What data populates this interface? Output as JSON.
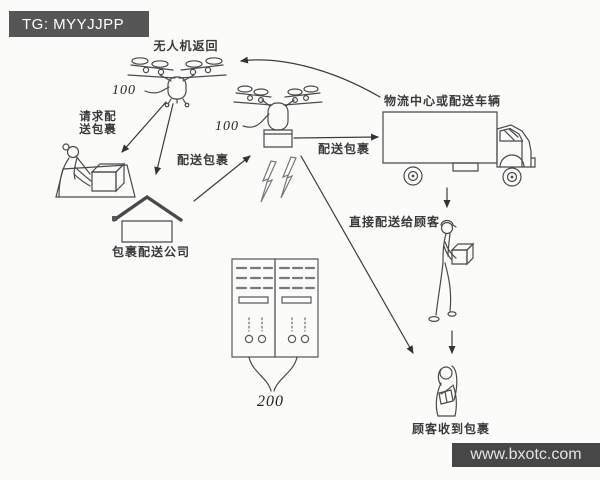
{
  "header": {
    "badge": "TG: MYYJJPP"
  },
  "footer": {
    "watermark": "www.bxotc.com"
  },
  "diagram": {
    "labels": {
      "drone_return": "无人机返回",
      "request_delivery": "请求配送包裹",
      "deliver_package_left": "配送包裹",
      "deliver_package_right": "配送包裹",
      "logistics_center": "物流中心或配送车辆",
      "direct_to_customer": "直接配送给顾客",
      "delivery_company": "包裹配送公司",
      "customer_received": "顾客收到包裹"
    },
    "references": {
      "drone_returning": "100",
      "drone_carrying": "100",
      "locker": "200"
    },
    "icons": [
      "drone-returning-icon",
      "drone-carrying-package-icon",
      "customer-at-desk-icon",
      "house-icon",
      "delivery-truck-icon",
      "courier-with-package-icon",
      "customer-with-package-icon",
      "parcel-locker-icon",
      "wireless-signal-icon"
    ],
    "colors": {
      "line": "#4a4a4a",
      "bar_background": "#565656",
      "bar_text": "#ffffff",
      "page_background": "#fbfbfa"
    }
  }
}
